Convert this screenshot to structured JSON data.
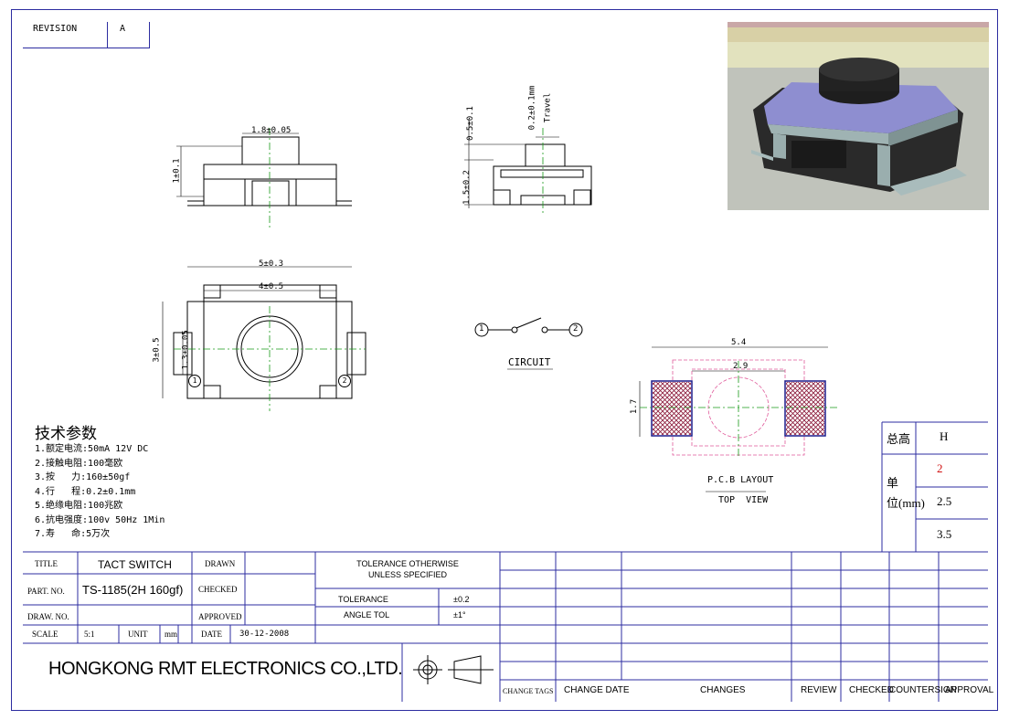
{
  "revision": {
    "label": "REVISION",
    "value": "A"
  },
  "dims": {
    "top_width": "1.8±0.05",
    "side_height": "1±0.1",
    "front_top": "0.5±0.1",
    "travel": "0.2±0.1mm",
    "travel_word": "Travel",
    "front_height": "1.5±0.2",
    "plan_outer": "5±0.3",
    "plan_inner": "4±0.5",
    "plan_height": "3±0.5",
    "plan_inner_height": "1.3±0.05",
    "pin1": "1",
    "pin2": "2",
    "pcb_width": "5.4",
    "pcb_inner": "2.9",
    "pcb_height": "1.7"
  },
  "circuit": {
    "label": "CIRCUIT",
    "pin1": "1",
    "pin2": "2"
  },
  "pcb": {
    "title": "P.C.B LAYOUT",
    "subtitle": "TOP  VIEW"
  },
  "specs": {
    "heading": "技术参数",
    "lines": [
      "1.额定电流:50mA 12V DC",
      "2.接触电阻:100毫欧",
      "3.按   力:160±50gf",
      "4.行   程:0.2±0.1mm",
      "5.绝缘电阻:100兆欧",
      "6.抗电强度:100v 50Hz 1Min",
      "7.寿   命:5万次"
    ]
  },
  "height_table": {
    "total_label": "总高",
    "total_value": "H",
    "unit_label_1": "单",
    "unit_label_2": "位(mm)",
    "values": [
      "2",
      "2.5",
      "3.5"
    ]
  },
  "title_block": {
    "title_label": "TITLE",
    "title_value": "TACT SWITCH",
    "part_label": "PART. NO.",
    "part_value": "TS-1185(2H 160gf)",
    "draw_label": "DRAW. NO.",
    "scale_label": "SCALE",
    "scale_value": "5:1",
    "unit_label": "UNIT",
    "unit_value": "mm",
    "drawn_label": "DRAWN",
    "checked_label": "CHECKED",
    "approved_label": "APPROVED",
    "date_label": "DATE",
    "date_value": "30-12-2008",
    "tolerance_heading_1": "TOLERANCE OTHERWISE",
    "tolerance_heading_2": "UNLESS SPECIFIED",
    "tolerance_label": "TOLERANCE",
    "tolerance_value": "±0.2",
    "angle_label": "ANGLE TOL",
    "angle_value": "±1°",
    "company": "HONGKONG RMT ELECTRONICS CO.,LTD."
  },
  "change_table": {
    "headers": [
      "CHANGE TAGS",
      "CHANGE DATE",
      "CHANGES",
      "REVIEW",
      "CHECKED",
      "COUNTERSIGN",
      "APPROVAL"
    ]
  },
  "colors": {
    "frame": "#2c2ca0",
    "center_line": "#1a9a1a",
    "pcb_pad": "#1c1c8c",
    "pcb_outline": "#e05a9a",
    "unit_red": "#d01010"
  }
}
